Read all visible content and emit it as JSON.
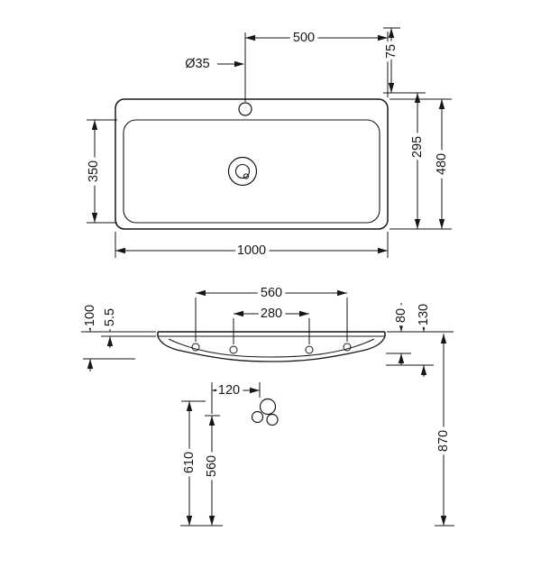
{
  "colors": {
    "line": "#161616",
    "background": "#ffffff"
  },
  "dims": {
    "top_view": {
      "tap_to_edge": "500",
      "tap_hole_dia": "Ø35",
      "rear_offset": "75",
      "tap_to_front": "295",
      "depth": "480",
      "bowl_depth": "350",
      "width": "1000"
    },
    "front_view": {
      "left_outer": "100",
      "left_inner": "5.5",
      "fixing_span": "560",
      "inner_span": "280",
      "right_inner": "80",
      "right_outer": "130"
    },
    "install": {
      "drain_offset": "120",
      "height_inner": "610",
      "height_mid": "560",
      "height_overall": "870"
    }
  }
}
